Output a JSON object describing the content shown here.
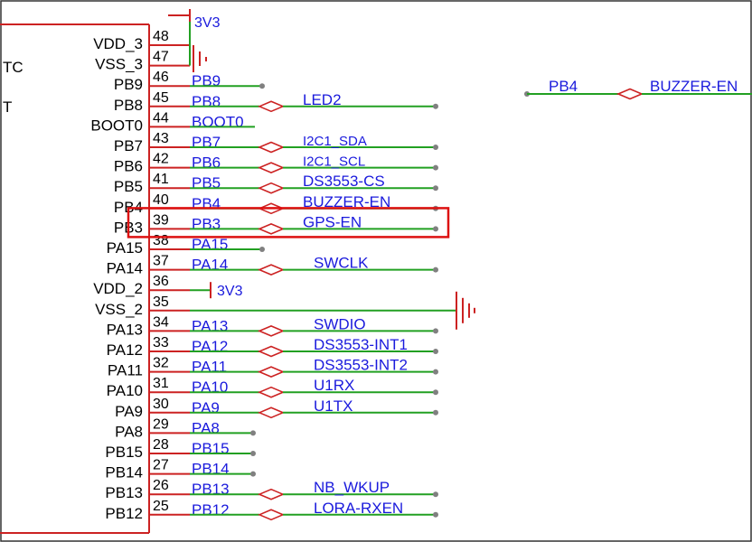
{
  "colors": {
    "body": "#cc2222",
    "wire": "#22a022",
    "net": "#1a1adc",
    "pin_text": "#000000",
    "junction": "#808080",
    "highlight": "#dd1111"
  },
  "chip": {
    "left_fragments": [
      "TC",
      "T"
    ],
    "pins": [
      {
        "num": "48",
        "name": "VDD_3",
        "net": "3V3",
        "kind": "power"
      },
      {
        "num": "47",
        "name": "VSS_3",
        "net": "",
        "kind": "ground-small"
      },
      {
        "num": "46",
        "name": "PB9",
        "net": "PB9",
        "kind": "open"
      },
      {
        "num": "45",
        "name": "PB8",
        "net": "PB8",
        "kind": "label",
        "label": "LED2"
      },
      {
        "num": "44",
        "name": "BOOT0",
        "net": "BOOT0",
        "kind": "plain"
      },
      {
        "num": "43",
        "name": "PB7",
        "net": "PB7",
        "kind": "label",
        "label": "I2C1_SDA"
      },
      {
        "num": "42",
        "name": "PB6",
        "net": "PB6",
        "kind": "label",
        "label": "I2C1_SCL"
      },
      {
        "num": "41",
        "name": "PB5",
        "net": "PB5",
        "kind": "label",
        "label": "DS3553-CS"
      },
      {
        "num": "40",
        "name": "PB4",
        "net": "PB4",
        "kind": "label",
        "label": "BUZZER-EN"
      },
      {
        "num": "39",
        "name": "PB3",
        "net": "PB3",
        "kind": "label",
        "label": "GPS-EN"
      },
      {
        "num": "38",
        "name": "PA15",
        "net": "PA15",
        "kind": "open"
      },
      {
        "num": "37",
        "name": "PA14",
        "net": "PA14",
        "kind": "label",
        "label": "SWCLK"
      },
      {
        "num": "36",
        "name": "VDD_2",
        "net": "3V3",
        "kind": "power-short"
      },
      {
        "num": "35",
        "name": "VSS_2",
        "net": "",
        "kind": "ground-long"
      },
      {
        "num": "34",
        "name": "PA13",
        "net": "PA13",
        "kind": "label",
        "label": "SWDIO"
      },
      {
        "num": "33",
        "name": "PA12",
        "net": "PA12",
        "kind": "label",
        "label": "DS3553-INT1"
      },
      {
        "num": "32",
        "name": "PA11",
        "net": "PA11",
        "kind": "label",
        "label": "DS3553-INT2"
      },
      {
        "num": "31",
        "name": "PA10",
        "net": "PA10",
        "kind": "label",
        "label": "U1RX"
      },
      {
        "num": "30",
        "name": "PA9",
        "net": "PA9",
        "kind": "label",
        "label": "U1TX"
      },
      {
        "num": "29",
        "name": "PA8",
        "net": "PA8",
        "kind": "open"
      },
      {
        "num": "28",
        "name": "PB15",
        "net": "PB15",
        "kind": "open"
      },
      {
        "num": "27",
        "name": "PB14",
        "net": "PB14",
        "kind": "open"
      },
      {
        "num": "26",
        "name": "PB13",
        "net": "PB13",
        "kind": "label",
        "label": "NB_WKUP"
      },
      {
        "num": "25",
        "name": "PB12",
        "net": "PB12",
        "kind": "label",
        "label": "LORA-RXEN"
      }
    ]
  },
  "offsheet": {
    "net": "PB4",
    "label": "BUZZER-EN"
  },
  "highlight_pin": "39"
}
